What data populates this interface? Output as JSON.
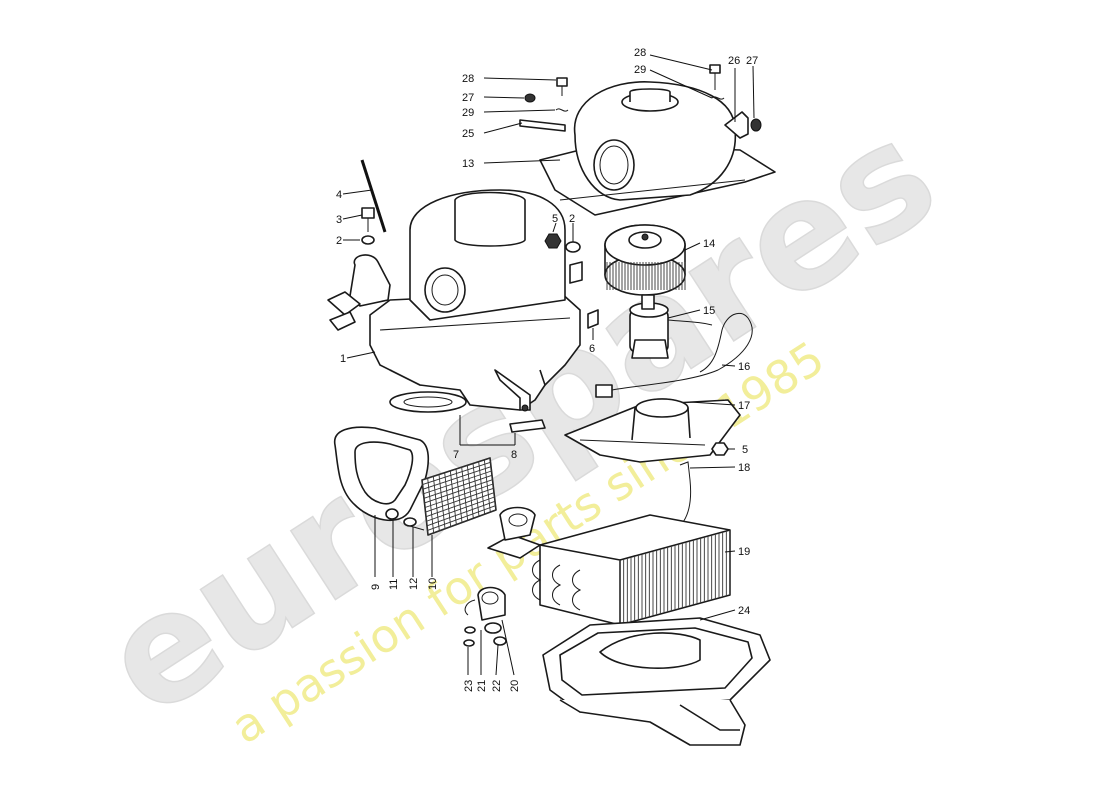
{
  "watermark": {
    "brand": "eurospares",
    "tagline": "a passion for parts since 1985"
  },
  "callouts": {
    "c1": "1",
    "c2a": "2",
    "c2b": "2",
    "c3": "3",
    "c4": "4",
    "c5a": "5",
    "c5b": "5",
    "c6": "6",
    "c7": "7",
    "c8": "8",
    "c9": "9",
    "c10": "10",
    "c11": "11",
    "c12": "12",
    "c13": "13",
    "c14": "14",
    "c15": "15",
    "c16": "16",
    "c17": "17",
    "c18": "18",
    "c19": "19",
    "c20": "20",
    "c21": "21",
    "c22": "22",
    "c23": "23",
    "c24": "24",
    "c25": "25",
    "c26": "26",
    "c27a": "27",
    "c27b": "27",
    "c28a": "28",
    "c28b": "28",
    "c29a": "29",
    "c29b": "29"
  },
  "colors": {
    "line": "#1a1a1a",
    "watermark_gray": "#e7e7e7",
    "watermark_yellow": "#f2ee9a"
  }
}
